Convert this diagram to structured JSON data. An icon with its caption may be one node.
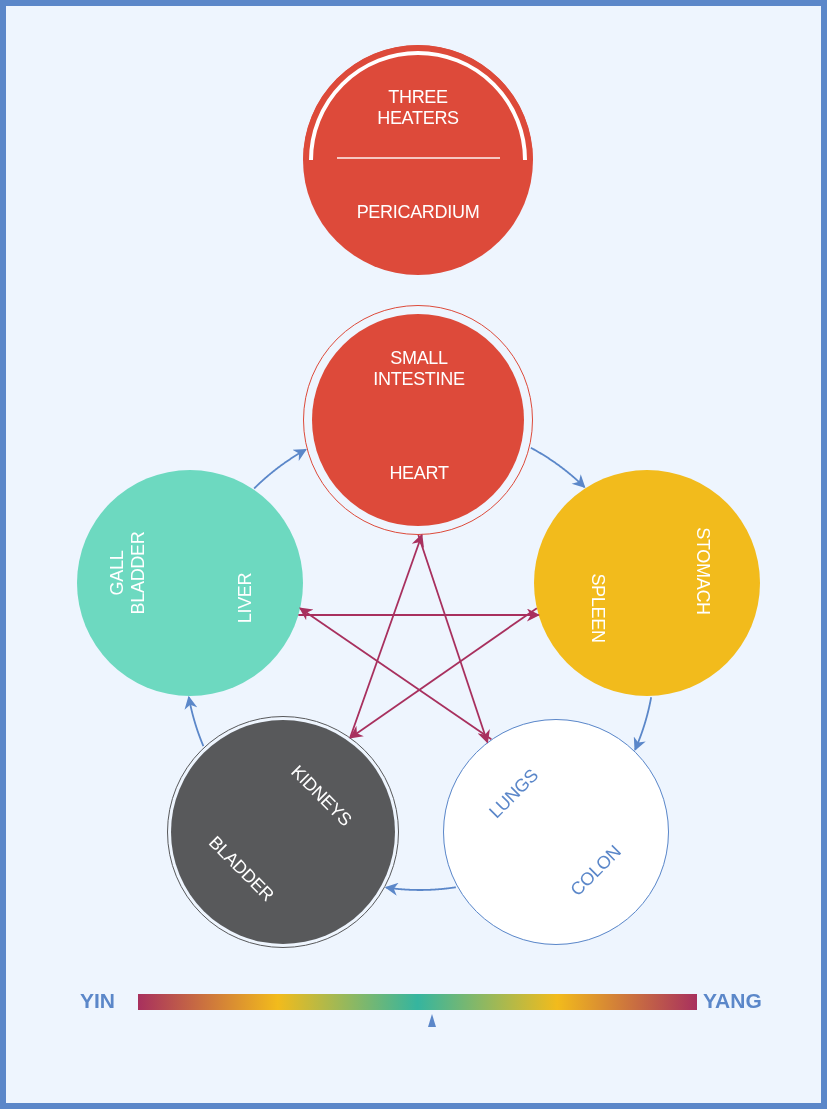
{
  "diagram": {
    "nodes": [
      {
        "text": [
          "THREE HEATERS",
          "PERICARDIUM"
        ]
      },
      {
        "text": [
          "SMALL INTESTINE",
          "HEART"
        ]
      },
      {
        "text": [
          "GALL BLADDER",
          "LIVER"
        ]
      },
      {
        "text": [
          "SPLEEN",
          "STOMACH"
        ]
      },
      {
        "text": [
          "KIDNEYS",
          "BLADDER"
        ]
      },
      {
        "text": [
          "LUNGS",
          "COLON"
        ]
      }
    ],
    "edges": [
      {
        "from": 1,
        "to": 3,
        "arrow": "to"
      },
      {
        "from": 3,
        "to": 5,
        "arrow": "to"
      },
      {
        "from": 5,
        "to": 4,
        "arrow": "to"
      },
      {
        "from": 4,
        "to": 2,
        "arrow": "to"
      },
      {
        "from": 2,
        "to": 1,
        "arrow": "to"
      },
      {
        "from": 4,
        "to": 1,
        "arrow": "to",
        "color": "#a8305e"
      },
      {
        "from": 1,
        "to": 5,
        "arrow": "to",
        "color": "#a8305e"
      },
      {
        "from": 2,
        "to": 3,
        "arrow": "to",
        "color": "#a8305e"
      },
      {
        "from": 3,
        "to": 4,
        "arrow": "to",
        "color": "#a8305e"
      },
      {
        "from": 5,
        "to": 2,
        "arrow": "to",
        "color": "#a8305e"
      }
    ],
    "labels": [
      "YIN",
      "YANG"
    ]
  }
}
